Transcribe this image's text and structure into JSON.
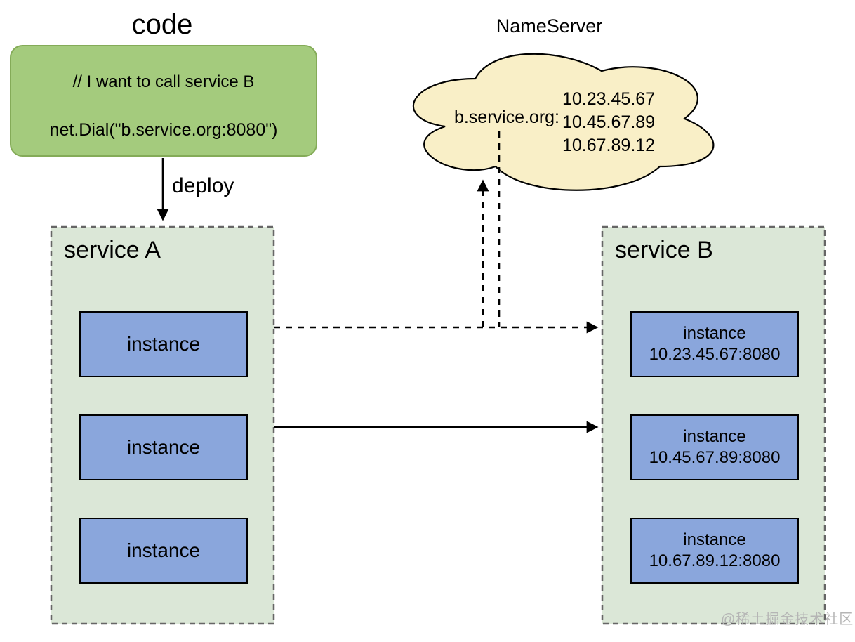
{
  "code_section": {
    "title": "code",
    "comment_line": "// I want to call service B",
    "code_line": "net.Dial(\"b.service.org:8080\")",
    "deploy_label": "deploy"
  },
  "nameserver": {
    "title": "NameServer",
    "domain_label": "b.service.org:",
    "ip_list": [
      "10.23.45.67",
      "10.45.67.89",
      "10.67.89.12"
    ]
  },
  "service_a": {
    "title": "service A",
    "instances": [
      "instance",
      "instance",
      "instance"
    ]
  },
  "service_b": {
    "title": "service B",
    "instances": [
      {
        "label": "instance",
        "address": "10.23.45.67:8080"
      },
      {
        "label": "instance",
        "address": "10.45.67.89:8080"
      },
      {
        "label": "instance",
        "address": "10.67.89.12:8080"
      }
    ]
  },
  "watermark": "@稀土掘金技术社区",
  "colors": {
    "code-box-fill": "#a4cb7d",
    "code-box-border": "#84ab58",
    "cloud-fill": "#f9efc7",
    "service-box-fill": "#dbe7d7",
    "service-box-border": "#666666",
    "instance-fill": "#8aa6dc",
    "instance-border": "#000000",
    "line-color": "#000000",
    "watermark-color": "#b5b5b5"
  }
}
